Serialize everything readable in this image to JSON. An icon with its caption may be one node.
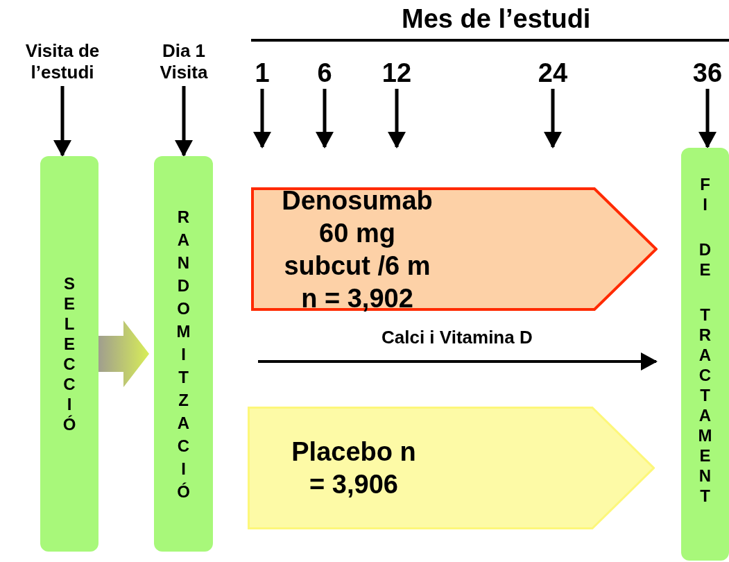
{
  "diagram": {
    "nodes": [
      {
        "text": [
          "Visita de l’estudi"
        ]
      },
      {
        "text": [
          "Dia 1 Visita"
        ]
      },
      {
        "text": [
          "1"
        ]
      },
      {
        "text": [
          "6"
        ]
      },
      {
        "text": [
          "12"
        ]
      },
      {
        "text": [
          "24"
        ]
      },
      {
        "text": [
          "36"
        ]
      },
      {
        "text": [
          "SELECCIÓ"
        ]
      },
      {
        "text": [
          "RANDOMITZACIÓ"
        ]
      },
      {
        "text": [
          "Denosumab 60 mg subcut /6 m n = 3,902"
        ]
      },
      {
        "text": [
          "Placebo n = 3,906"
        ]
      },
      {
        "text": [
          "FI DE TRACTAMENT"
        ]
      }
    ],
    "edges": [
      {
        "from": 0,
        "to": 7,
        "arrow": "to"
      },
      {
        "from": 1,
        "to": 8,
        "arrow": "to"
      },
      {
        "from": 2,
        "to": null,
        "arrow": "to"
      },
      {
        "from": 3,
        "to": null,
        "arrow": "to"
      },
      {
        "from": 4,
        "to": null,
        "arrow": "to"
      },
      {
        "from": 5,
        "to": null,
        "arrow": "to"
      },
      {
        "from": 6,
        "to": 11,
        "arrow": "to"
      },
      {
        "from": 7,
        "to": 8,
        "arrow": "to",
        "style": "thick"
      },
      {
        "from": null,
        "to": 11,
        "arrow": "to",
        "label": "Calci i Vitamina D"
      }
    ],
    "labels": [
      "Mes de l’estudi"
    ]
  }
}
